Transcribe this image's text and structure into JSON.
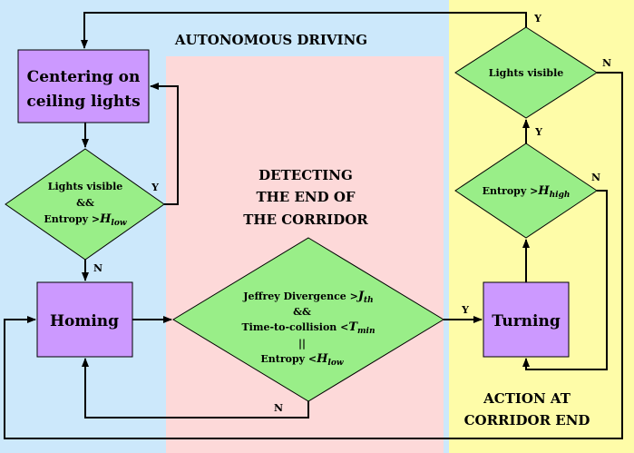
{
  "regions": {
    "autonomous": {
      "title": "AUTONOMOUS DRIVING",
      "color": "#cce8fb"
    },
    "detecting": {
      "title_lines": [
        "DETECTING",
        "THE END OF",
        "THE CORRIDOR"
      ],
      "color": "#fdd9d9"
    },
    "action": {
      "title_lines": [
        "ACTION AT",
        "CORRIDOR END"
      ],
      "color": "#fefca8"
    }
  },
  "process_color": "#cc99ff",
  "decision_color": "#99ee88",
  "boxes": {
    "centering": [
      "Centering on",
      "ceiling lights"
    ],
    "homing": "Homing",
    "turning": "Turning"
  },
  "decisions": {
    "left": {
      "line1": "Lights visible",
      "line2": "&&",
      "line3_text": "Entropy >",
      "line3_var": "H",
      "line3_sub": "low"
    },
    "center": {
      "l1_text": "Jeffrey Divergence >",
      "l1_var": "J",
      "l1_sub": "th",
      "l2": "&&",
      "l3_text": "Time-to-collision <",
      "l3_var": "T",
      "l3_sub": "min",
      "l4": "||",
      "l5_text": "Entropy <",
      "l5_var": "H",
      "l5_sub": "low"
    },
    "entropy_high": {
      "text": "Entropy >",
      "var": "H",
      "sub": "high"
    },
    "lights_top": {
      "text": "Lights visible"
    }
  },
  "edge_labels": {
    "left_yes": "Y",
    "left_no": "N",
    "center_yes": "Y",
    "center_no": "N",
    "eh_yes": "Y",
    "eh_no": "N",
    "lt_yes": "Y",
    "lt_no": "N"
  }
}
